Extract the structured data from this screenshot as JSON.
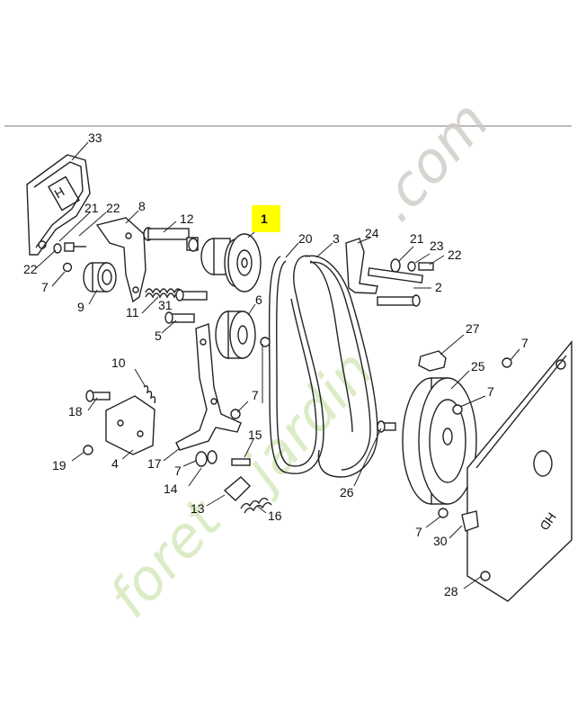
{
  "callouts": {
    "c1": "1",
    "c2": "2",
    "c3": "3",
    "c4": "4",
    "c5": "5",
    "c6": "6",
    "c7": "7",
    "c8": "8",
    "c9": "9",
    "c10": "10",
    "c11": "11",
    "c12": "12",
    "c13": "13",
    "c14": "14",
    "c15": "15",
    "c16": "16",
    "c17": "17",
    "c18": "18",
    "c19": "19",
    "c20": "20",
    "c21": "21",
    "c22": "22",
    "c23": "23",
    "c24": "24",
    "c25": "25",
    "c26": "26",
    "c27": "27",
    "c28": "28",
    "c30": "30",
    "c31": "31",
    "c33": "33"
  },
  "highlight_color": "#ffff00",
  "watermark": {
    "text_left": "foret",
    "text_mid": "jardin",
    "text_right": ".com",
    "green": "#cfe6b3",
    "grey": "#cfcac4",
    "orange": "#f4c79a"
  },
  "plate_marking": "HD",
  "guard_marking": "H"
}
